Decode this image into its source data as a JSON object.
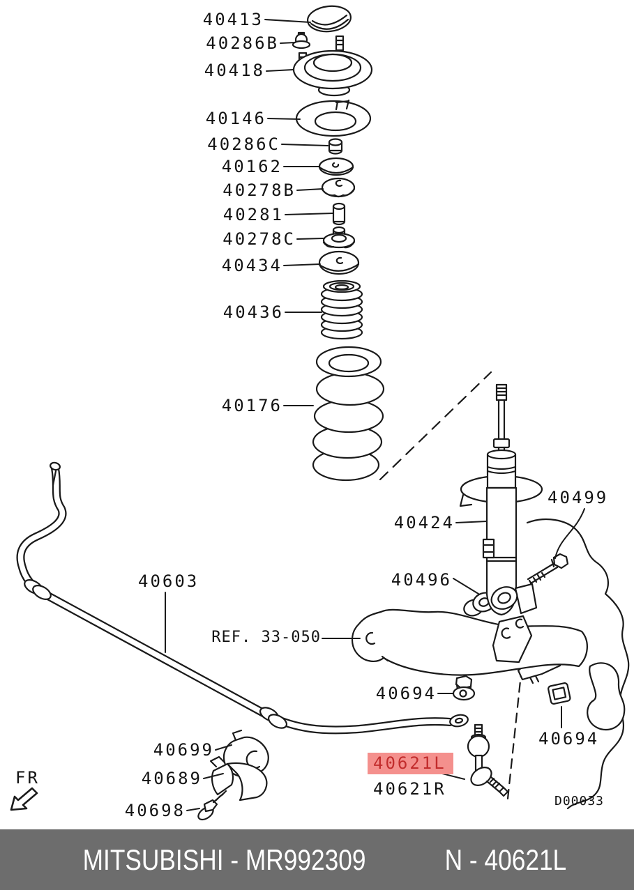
{
  "diagram": {
    "drawing_code": "D00033",
    "direction_indicator": "FR",
    "parts": [
      {
        "label": "40413"
      },
      {
        "label": "40286B"
      },
      {
        "label": "40418"
      },
      {
        "label": "40146"
      },
      {
        "label": "40286C"
      },
      {
        "label": "40162"
      },
      {
        "label": "40278B"
      },
      {
        "label": "40281"
      },
      {
        "label": "40278C"
      },
      {
        "label": "40434"
      },
      {
        "label": "40436"
      },
      {
        "label": "40176"
      },
      {
        "label": "40424"
      },
      {
        "label": "40499"
      },
      {
        "label": "40496"
      },
      {
        "label": "REF. 33-050"
      },
      {
        "label": "40603"
      },
      {
        "label": "40694"
      },
      {
        "label": "40694"
      },
      {
        "label": "40699"
      },
      {
        "label": "40689"
      },
      {
        "label": "40698"
      },
      {
        "label": "40621L",
        "highlighted": true
      },
      {
        "label": "40621R"
      }
    ],
    "highlight_colors": {
      "background": "#f4908d",
      "text": "#c22c2c"
    }
  },
  "footer": {
    "left_text": "MITSUBISHI - MR992309",
    "right_text": "N - 40621L",
    "background": "#6d6d6d",
    "text_color": "#ffffff"
  }
}
